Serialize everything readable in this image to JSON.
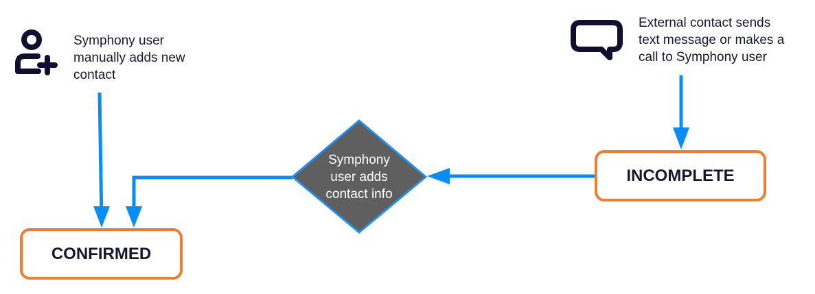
{
  "notes": {
    "manual_add": "Symphony user\nmanually adds new\ncontact",
    "external_contact": "External contact sends\ntext message or makes a\ncall to Symphony user"
  },
  "states": {
    "confirmed": "CONFIRMED",
    "incomplete": "INCOMPLETE"
  },
  "decision": {
    "label": "Symphony\nuser adds\ncontact info"
  },
  "icons": {
    "add_user": "add-user-icon",
    "chat": "chat-bubble-icon"
  },
  "colors": {
    "arrow": "#0a8cf5",
    "box_border": "#ed7d31",
    "decision_fill": "#5f5f5f",
    "decision_border": "#1f8ff0",
    "icon": "#0f1030",
    "text": "#16162e"
  }
}
